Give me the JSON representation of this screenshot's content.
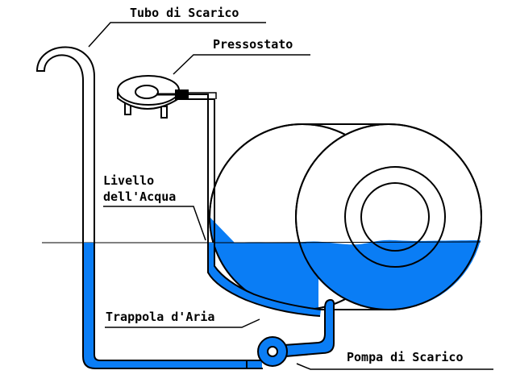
{
  "labels": {
    "drain_hose": "Tubo di Scarico",
    "pressure_switch": "Pressostato",
    "water_level_line1": "Livello",
    "water_level_line2": "dell'Acqua",
    "air_trap": "Trappola d'Aria",
    "drain_pump": "Pompa di Scarico"
  },
  "colors": {
    "water": "#0a7df5",
    "outline": "#000000",
    "background": "#ffffff"
  }
}
